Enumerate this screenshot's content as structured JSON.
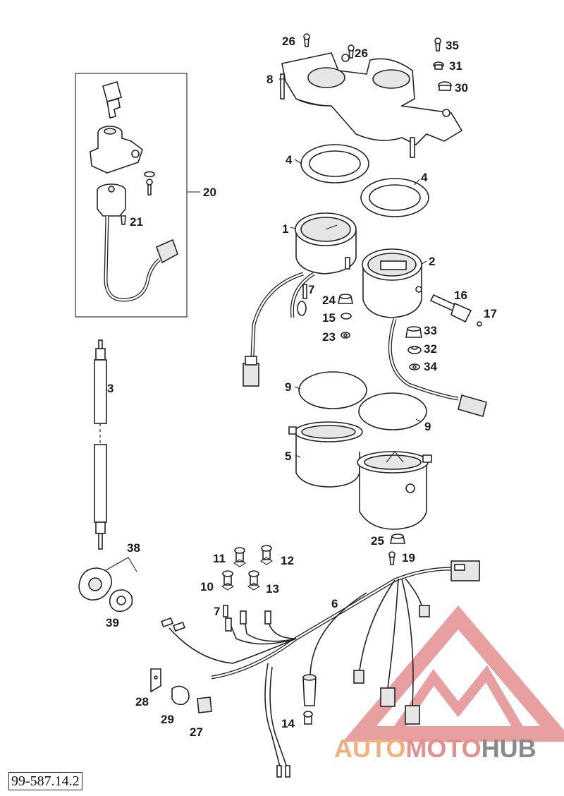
{
  "diagram": {
    "document_number": "99-587.14.2",
    "watermark": {
      "part1": "AUTO",
      "part2": "MOTO",
      "part3": "HUB",
      "color_main": "#e58f8f",
      "color_accent": "#f2b07d",
      "color_gray": "#8a8a8a"
    },
    "callouts": {
      "p1": "1",
      "p2": "2",
      "p3": "3",
      "p4a": "4",
      "p4b": "4",
      "p5": "5",
      "p6": "6",
      "p7a": "7",
      "p7b": "7",
      "p8": "8",
      "p9a": "9",
      "p9b": "9",
      "p10": "10",
      "p11": "11",
      "p12": "12",
      "p13": "13",
      "p14": "14",
      "p15": "15",
      "p16": "16",
      "p17": "17",
      "p19": "19",
      "p20": "20",
      "p21": "21",
      "p23": "23",
      "p24": "24",
      "p25": "25",
      "p26a": "26",
      "p26b": "26",
      "p27": "27",
      "p28": "28",
      "p29": "29",
      "p30": "30",
      "p31": "31",
      "p32": "32",
      "p33": "33",
      "p34": "34",
      "p35": "35",
      "p38": "38",
      "p39": "39"
    }
  }
}
